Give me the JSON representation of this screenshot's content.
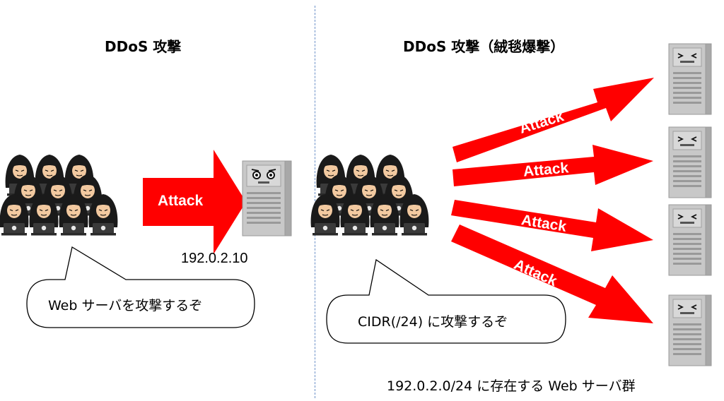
{
  "left_panel": {
    "title": "DDoS 攻撃",
    "attack_label": "Attack",
    "target_ip": "192.0.2.10",
    "speech": "Web サーバを攻撃するぞ"
  },
  "right_panel": {
    "title": "DDoS 攻撃（絨毯爆撃）",
    "attack_labels": [
      "Attack",
      "Attack",
      "Attack",
      "Attack"
    ],
    "speech": "CIDR(/24) に攻撃するぞ",
    "caption": "192.0.2.0/24  に存在する Web  サーバ群"
  },
  "colors": {
    "attack_arrow": "#ff0000",
    "server_body": "#c8c8c8",
    "hacker_hood": "#1a1a1a",
    "divider": "#6a8fc7"
  },
  "icons": {
    "hacker_group": "hooded-hacker-group-icon",
    "server": "server-tower-icon"
  }
}
